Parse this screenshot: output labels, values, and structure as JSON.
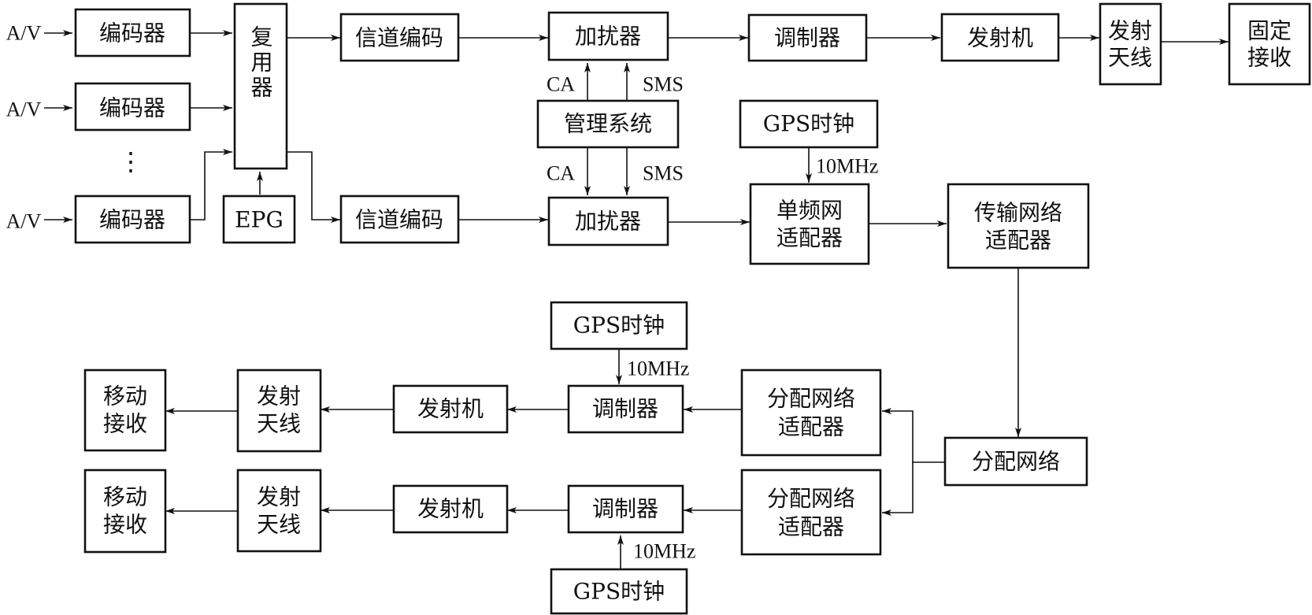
{
  "diagram": {
    "blocks": {
      "enc1": "编码器",
      "enc2": "编码器",
      "enc3": "编码器",
      "mux": "复用器",
      "epg": "EPG",
      "chenc1": "信道编码",
      "chenc2": "信道编码",
      "scr1": "加扰器",
      "scr2": "加扰器",
      "mgmt": "管理系统",
      "mod1": "调制器",
      "tx1": "发射机",
      "ant1": [
        "发射",
        "天线"
      ],
      "fixed": [
        "固定",
        "接收"
      ],
      "gps1": "GPS时钟",
      "sfn": [
        "单频网",
        "适配器"
      ],
      "tna": [
        "传输网络",
        "适配器"
      ],
      "gps2": "GPS时钟",
      "mod2": "调制器",
      "tx2": "发射机",
      "ant2": [
        "发射",
        "天线"
      ],
      "mob1": [
        "移动",
        "接收"
      ],
      "dna1": [
        "分配网络",
        "适配器"
      ],
      "dist": "分配网络",
      "dna2": [
        "分配网络",
        "适配器"
      ],
      "mod3": "调制器",
      "tx3": "发射机",
      "ant3": [
        "发射",
        "天线"
      ],
      "mob2": [
        "移动",
        "接收"
      ],
      "gps3": "GPS时钟"
    },
    "labels": {
      "av1": "A/V",
      "av2": "A/V",
      "av3": "A/V",
      "dots": "⋮",
      "ca_up": "CA",
      "sms_up": "SMS",
      "ca_down": "CA",
      "sms_down": "SMS",
      "f1": "10MHz",
      "f2": "10MHz",
      "f3": "10MHz"
    }
  }
}
